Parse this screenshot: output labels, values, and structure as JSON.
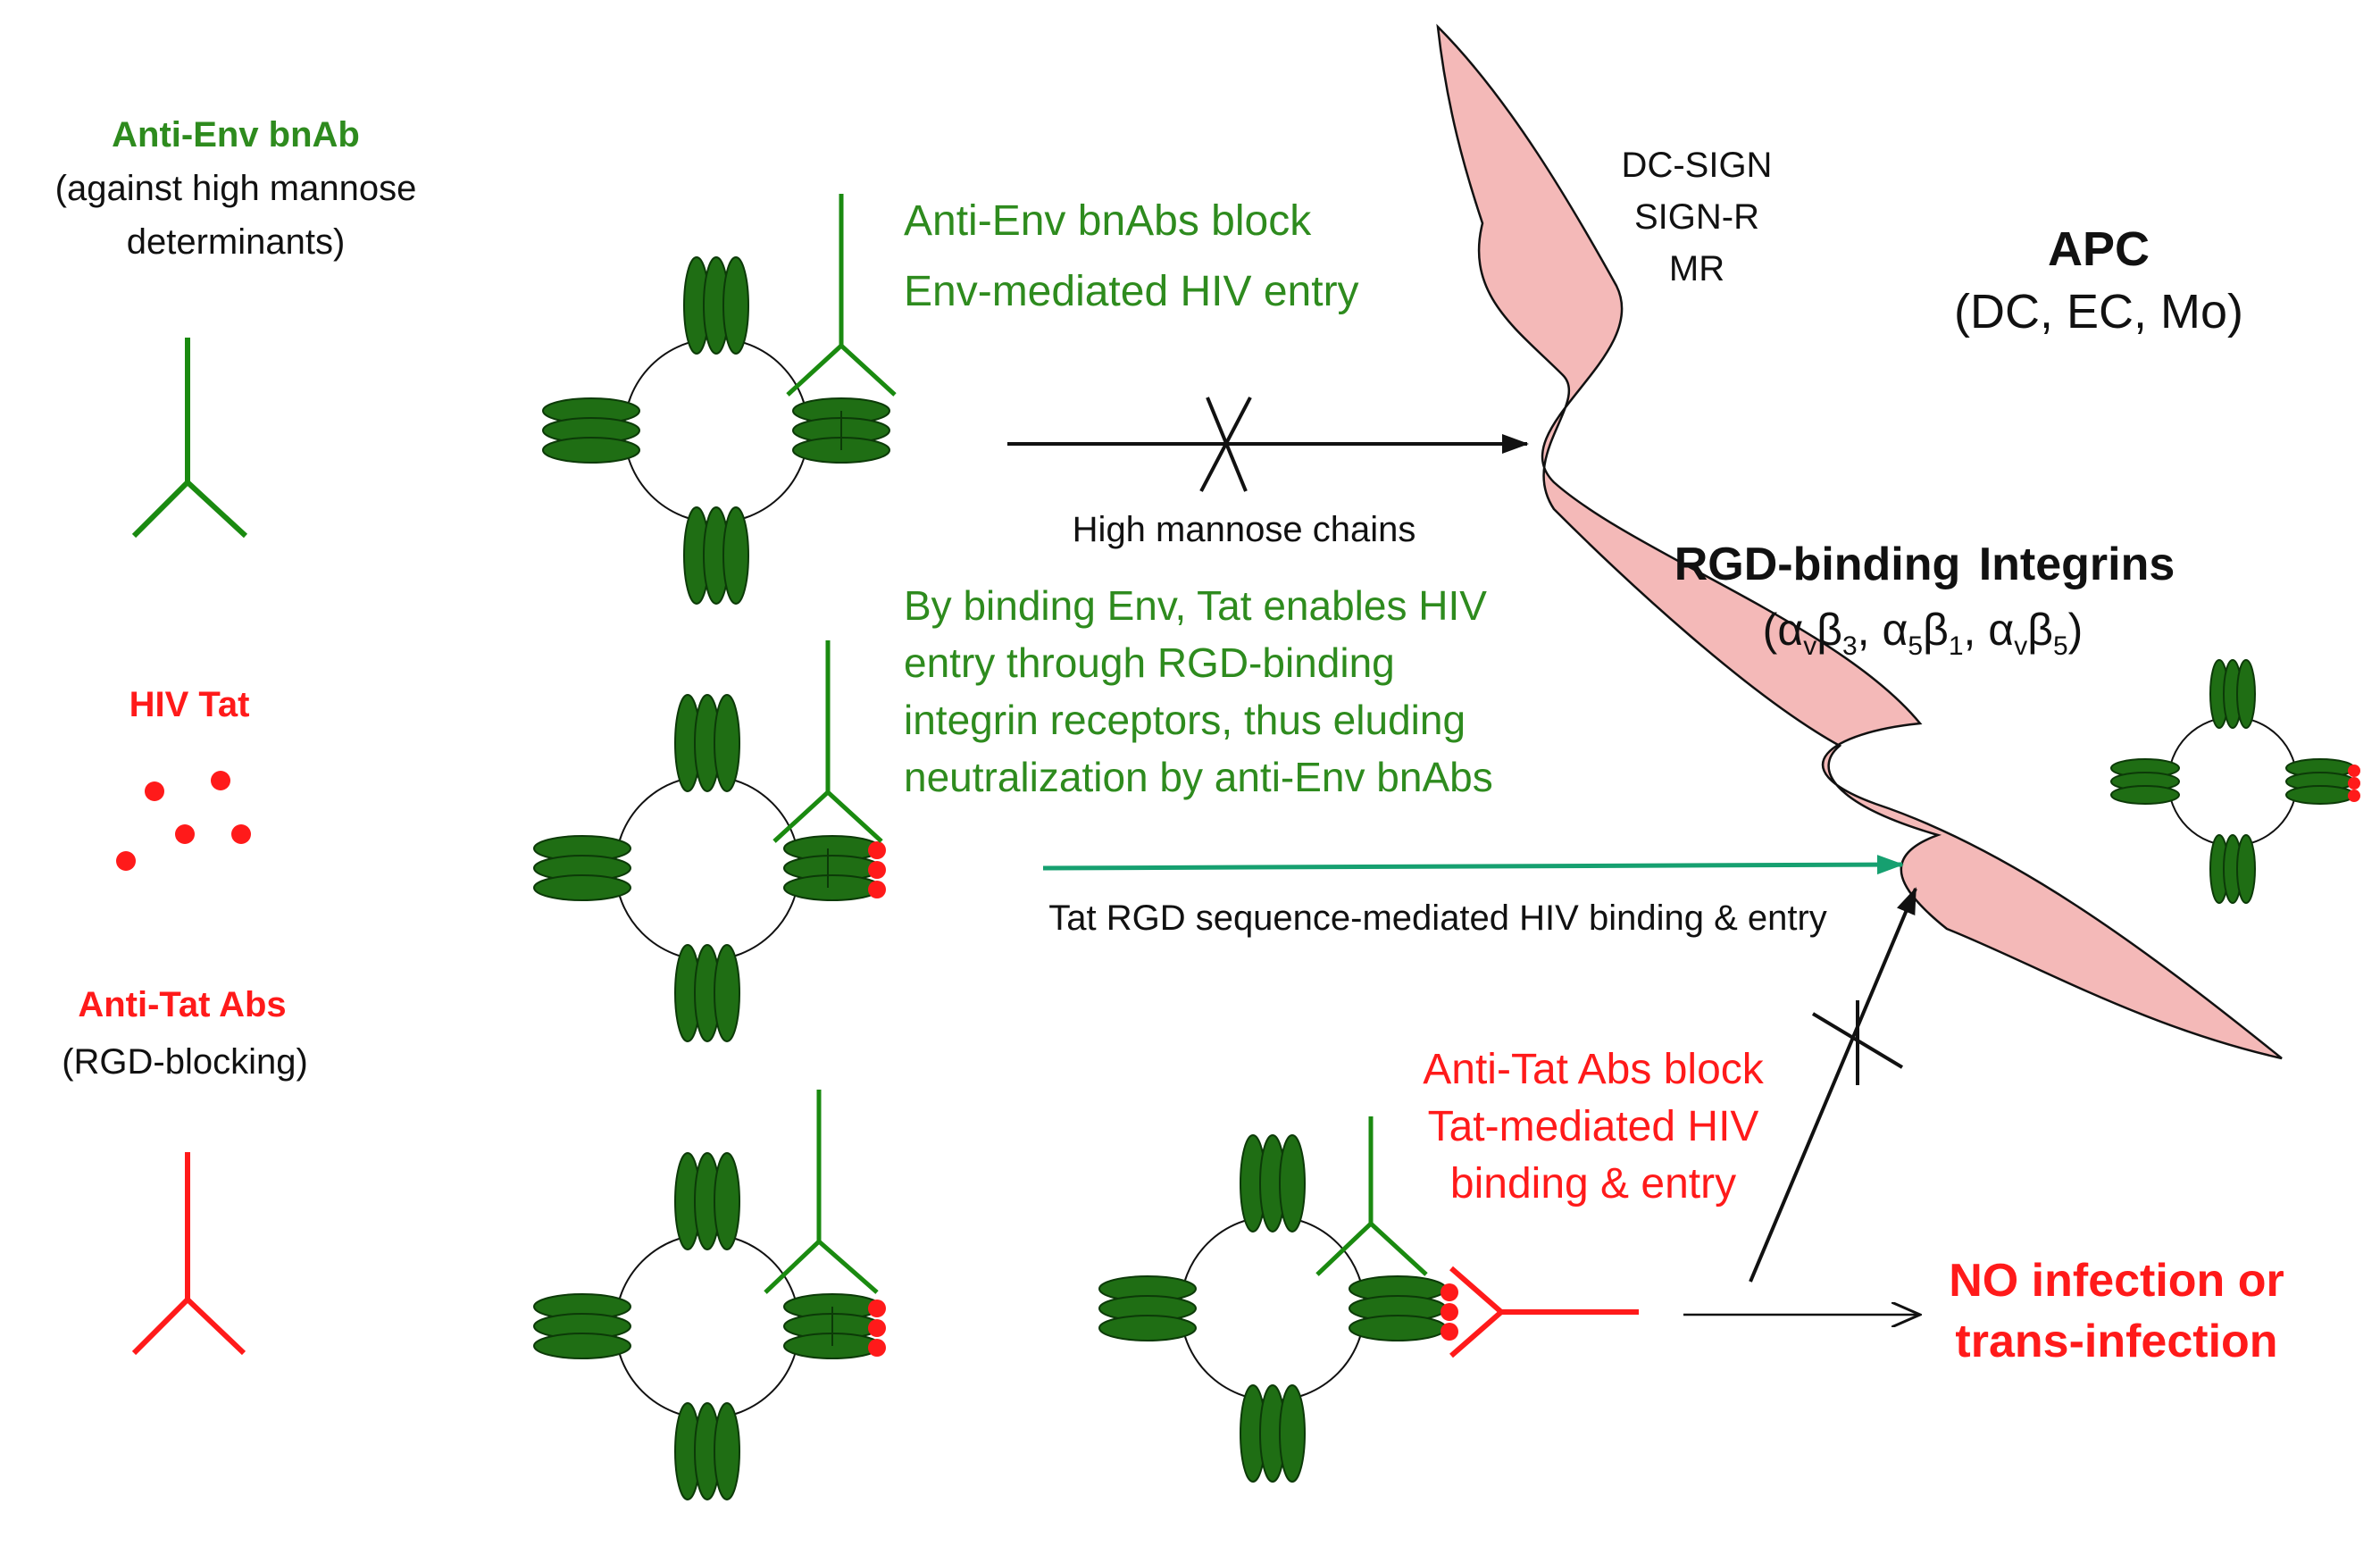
{
  "colors": {
    "green": "#2e8b1e",
    "antibody_green": "#1a8a10",
    "env_green": "#1f6e14",
    "red": "#ff1a1a",
    "teal_arrow": "#16a070",
    "apc_pink": "#f4b9b8"
  },
  "legend": {
    "anti_env": {
      "title": "Anti-Env bnAb",
      "desc_line1": "(against high mannose",
      "desc_line2": "determinants)"
    },
    "tat": {
      "title": "HIV Tat"
    },
    "anti_tat": {
      "title": "Anti-Tat Abs",
      "desc": "(RGD-blocking)"
    }
  },
  "apc": {
    "title": "APC",
    "subtitle": "(DC, EC, Mo)",
    "receptors": [
      "DC-SIGN",
      "SIGN-R",
      "MR"
    ],
    "integrins_title": "RGD-binding Integrins",
    "integrins_list": "(αvβ3, α5β1, αvβ5)"
  },
  "row1": {
    "caption_line1": "Anti-Env bnAbs block",
    "caption_line2": "Env-mediated HIV entry",
    "arrow_label": "High mannose chains"
  },
  "row2": {
    "caption_lines": [
      "By binding Env, Tat enables HIV",
      "entry through RGD-binding",
      "integrin receptors, thus eluding",
      "neutralization by anti-Env bnAbs"
    ],
    "arrow_label": "Tat RGD sequence-mediated HIV binding & entry"
  },
  "row3": {
    "caption_lines": [
      "Anti-Tat Abs block",
      "Tat-mediated HIV",
      "binding & entry"
    ],
    "outcome_line1": "NO infection or",
    "outcome_line2": "trans-infection"
  }
}
